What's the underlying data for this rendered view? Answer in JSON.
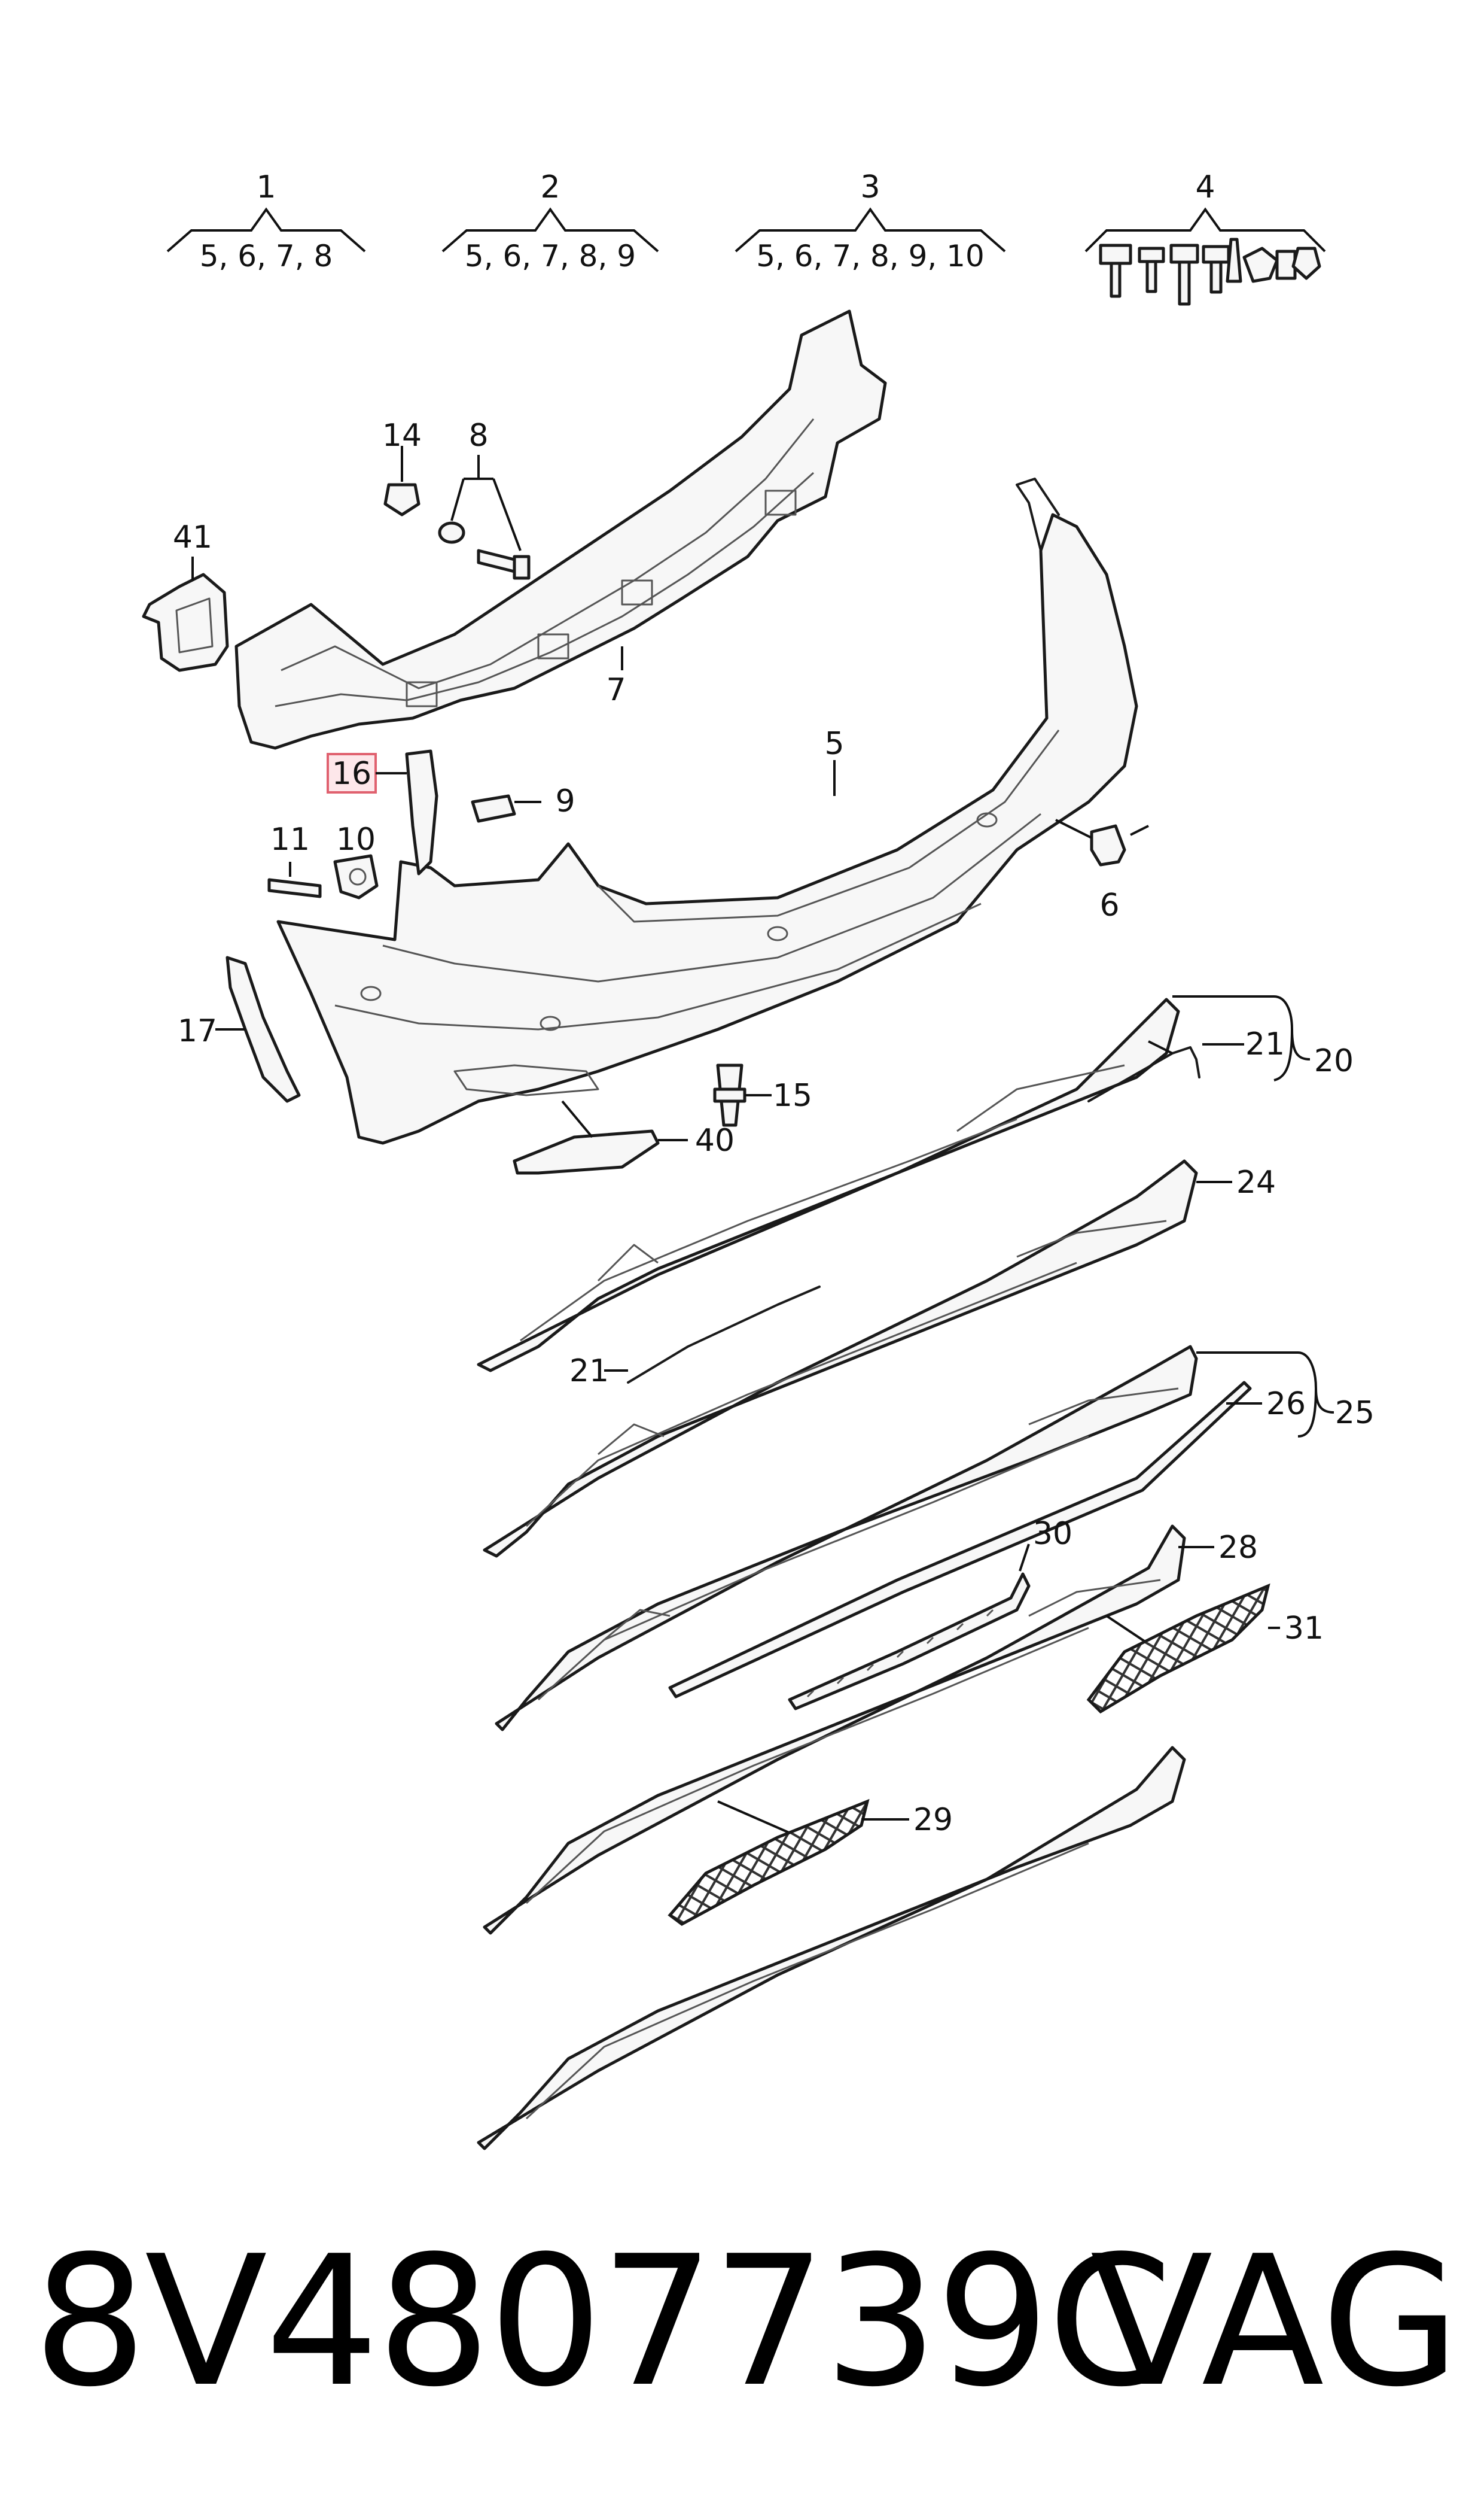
{
  "groups": [
    {
      "num": "1",
      "items": "5, 6, 7, 8"
    },
    {
      "num": "2",
      "items": "5, 6, 7, 8, 9"
    },
    {
      "num": "3",
      "items": "5, 6, 7, 8, 9, 10"
    },
    {
      "num": "4",
      "items": ""
    }
  ],
  "callouts": {
    "c5": "5",
    "c6": "6",
    "c7": "7",
    "c8": "8",
    "c9": "9",
    "c10": "10",
    "c11": "11",
    "c14": "14",
    "c15": "15",
    "c16": "16",
    "c17": "17",
    "c20": "20",
    "c21a": "21",
    "c21b": "21",
    "c24": "24",
    "c25": "25",
    "c26": "26",
    "c28": "28",
    "c29": "29",
    "c30": "30",
    "c31": "31",
    "c40": "40",
    "c41": "41"
  },
  "highlighted_callout": "16",
  "highlight_color": "#e0616f",
  "footer": {
    "part_number": "8V4807739C",
    "brand": "VAG"
  }
}
